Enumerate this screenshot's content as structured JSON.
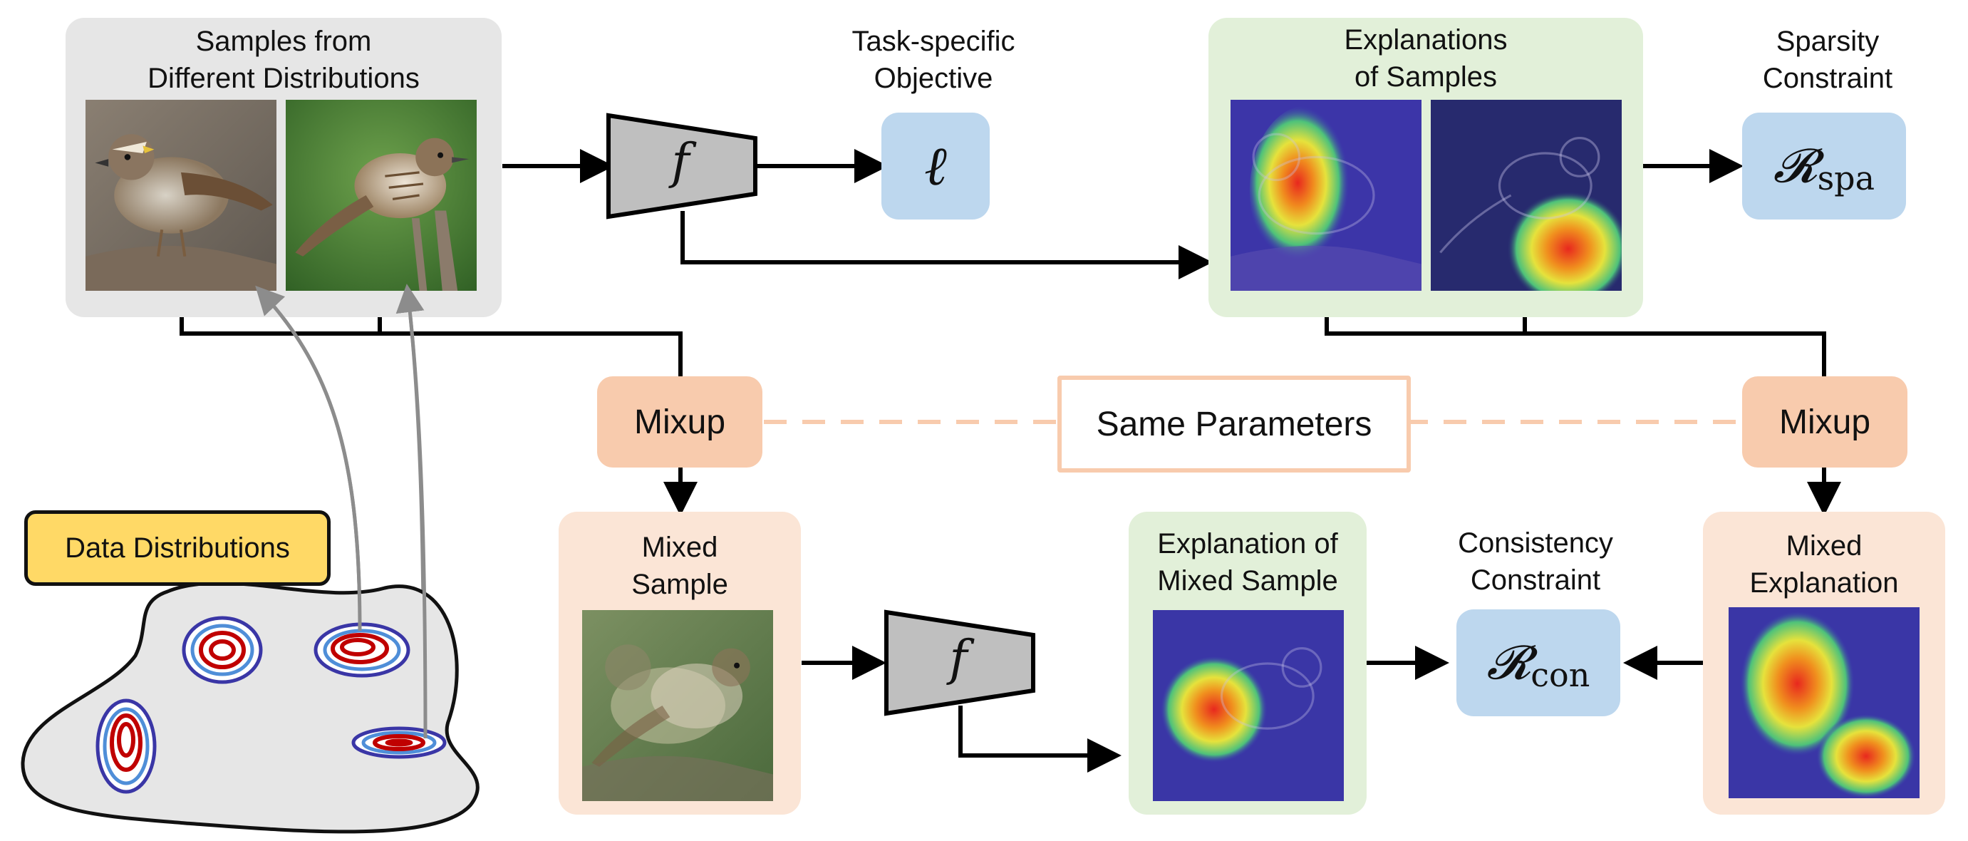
{
  "samples_panel": {
    "title": "Samples from\nDifferent Distributions"
  },
  "task_objective": {
    "title": "Task-specific\nObjective",
    "symbol": "ℓ"
  },
  "network_top": {
    "symbol": "f"
  },
  "network_bottom": {
    "symbol": "f"
  },
  "explanations_panel": {
    "title": "Explanations\nof Samples"
  },
  "sparsity": {
    "title": "Sparsity\nConstraint",
    "symbol": "𝓡",
    "subscript": "spa"
  },
  "mixup_left": {
    "label": "Mixup"
  },
  "mixup_right": {
    "label": "Mixup"
  },
  "same_parameters": {
    "label": "Same Parameters"
  },
  "mixed_sample": {
    "title": "Mixed\nSample"
  },
  "mixed_sample_explanation": {
    "title": "Explanation of\nMixed Sample"
  },
  "consistency": {
    "title": "Consistency\nConstraint",
    "symbol": "𝓡",
    "subscript": "con"
  },
  "mixed_explanation": {
    "title": "Mixed\nExplanation"
  },
  "data_distributions": {
    "label": "Data Distributions"
  },
  "colors": {
    "gray_panel": "#e6e6e6",
    "green_panel": "#e2f0d9",
    "peach_panel": "#fbe5d6",
    "blue_box": "#bdd7ee",
    "mixup_fill": "#f8cbad",
    "label_yellow": "#ffd966",
    "network_fill": "#bfbfbf"
  }
}
